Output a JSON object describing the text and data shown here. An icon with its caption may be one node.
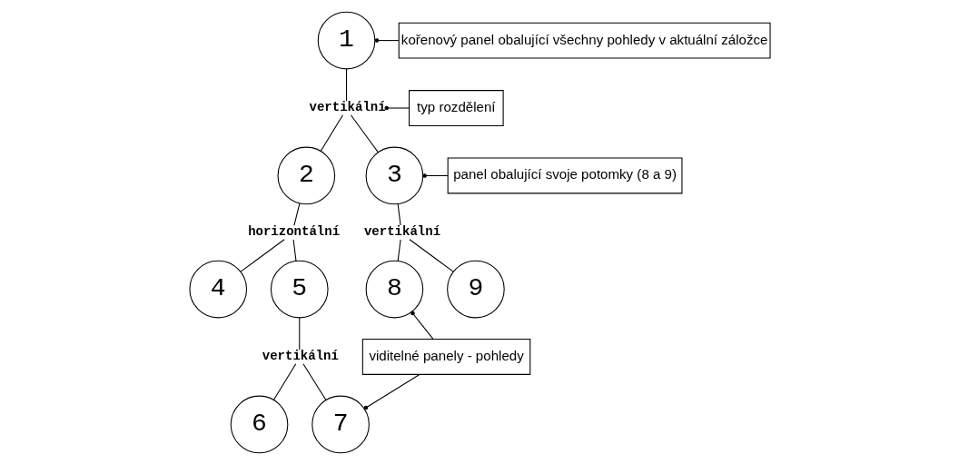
{
  "diagram": {
    "nodes": [
      {
        "text": [
          "1"
        ]
      },
      {
        "text": [
          "kořenový panel obalující všechny pohledy v aktuální záložce"
        ]
      },
      {
        "text": [
          "vertikální"
        ]
      },
      {
        "text": [
          "typ rozdělení"
        ]
      },
      {
        "text": [
          "2"
        ]
      },
      {
        "text": [
          "3"
        ]
      },
      {
        "text": [
          "panel obalující svoje potomky (8 a 9)"
        ]
      },
      {
        "text": [
          "horizontální"
        ]
      },
      {
        "text": [
          "vertikální"
        ]
      },
      {
        "text": [
          "4"
        ]
      },
      {
        "text": [
          "5"
        ]
      },
      {
        "text": [
          "8"
        ]
      },
      {
        "text": [
          "9"
        ]
      },
      {
        "text": [
          "vertikální"
        ]
      },
      {
        "text": [
          "viditelné panely - pohledy"
        ]
      },
      {
        "text": [
          "6"
        ]
      },
      {
        "text": [
          "7"
        ]
      }
    ],
    "edges": [
      {
        "from": 0,
        "to": 2,
        "arrow": "none"
      },
      {
        "from": 2,
        "to": 4,
        "arrow": "none"
      },
      {
        "from": 2,
        "to": 5,
        "arrow": "none"
      },
      {
        "from": 4,
        "to": 7,
        "arrow": "none"
      },
      {
        "from": 7,
        "to": 9,
        "arrow": "none"
      },
      {
        "from": 7,
        "to": 10,
        "arrow": "none"
      },
      {
        "from": 5,
        "to": 8,
        "arrow": "none"
      },
      {
        "from": 8,
        "to": 11,
        "arrow": "none"
      },
      {
        "from": 8,
        "to": 12,
        "arrow": "none"
      },
      {
        "from": 10,
        "to": 13,
        "arrow": "none"
      },
      {
        "from": 13,
        "to": 15,
        "arrow": "none"
      },
      {
        "from": 13,
        "to": 16,
        "arrow": "none"
      },
      {
        "from": 1,
        "to": 0,
        "arrow": "other"
      },
      {
        "from": 3,
        "to": 2,
        "arrow": "other"
      },
      {
        "from": 6,
        "to": 5,
        "arrow": "other"
      },
      {
        "from": 14,
        "to": 11,
        "arrow": "other"
      },
      {
        "from": 14,
        "to": 16,
        "arrow": "other"
      }
    ]
  }
}
